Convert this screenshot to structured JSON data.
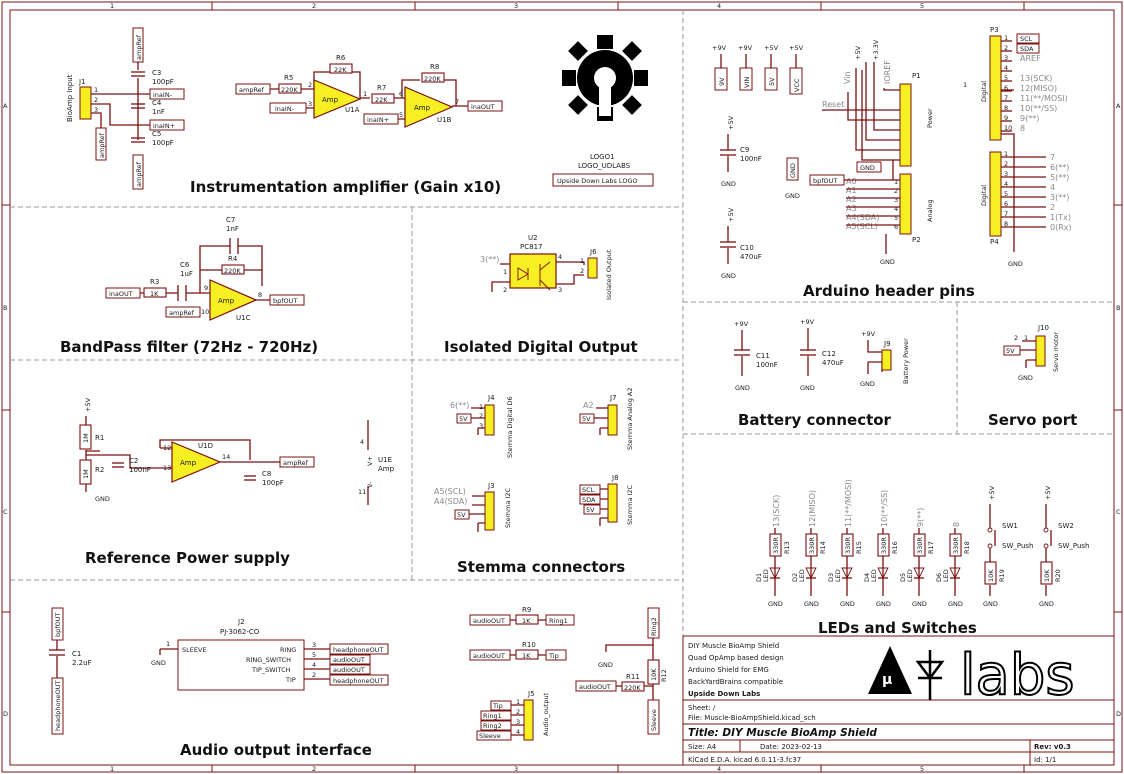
{
  "frame": {
    "columns": [
      "1",
      "2",
      "3",
      "4",
      "5"
    ],
    "rows": [
      "A",
      "B",
      "C",
      "D"
    ]
  },
  "sections": {
    "instr": "Instrumentation amplifier (Gain x10)",
    "bandpass": "BandPass filter (72Hz - 720Hz)",
    "isolated": "Isolated Digital Output",
    "arduino": "Arduino header pins",
    "battery": "Battery connector",
    "servo": "Servo port",
    "refpower": "Reference Power supply",
    "stemma": "Stemma connectors",
    "leds": "LEDs and Switches",
    "audio": "Audio output interface"
  },
  "instr": {
    "j1_ref": "J1",
    "j1_label": "BioAmp Input",
    "pins": [
      "1",
      "2",
      "3"
    ],
    "ampRef": "ampRef",
    "inaIN_minus": "inaIN-",
    "inaIN_plus": "inaIN+",
    "inaOUT": "inaOUT",
    "c3": "C3",
    "c3v": "100pF",
    "c4": "C4",
    "c4v": "1nF",
    "c5": "C5",
    "c5v": "100pF",
    "r5": "R5",
    "r5v": "220K",
    "r6": "R6",
    "r6v": "22K",
    "r7": "R7",
    "r7v": "22K",
    "r8": "R8",
    "r8v": "220K",
    "u1a_name": "Amp",
    "u1a_ref": "U1A",
    "u1b_name": "Amp",
    "u1b_ref": "U1B",
    "pin2": "2",
    "pin3": "3",
    "pin1": "1",
    "pin6": "6",
    "pin5": "5",
    "pin7": "7"
  },
  "logo": {
    "ref": "LOGO1",
    "value": "LOGO_UDLABS",
    "box": "Upside Down Labs LOGO"
  },
  "bandpass": {
    "c7": "C7",
    "c7v": "1nF",
    "r4": "R4",
    "r4v": "220K",
    "c6": "C6",
    "c6v": "1uF",
    "r3": "R3",
    "r3v": "1K",
    "inaOUT": "inaOUT",
    "ampRef": "ampRef",
    "bpfOUT": "bpfOUT",
    "amp": "Amp",
    "ref": "U1C",
    "pin9": "9",
    "pin10": "10",
    "pin8": "8"
  },
  "isolated": {
    "u2": "U2",
    "u2v": "PC817",
    "j6": "J6",
    "j6label": "Isolated Output",
    "d3": "3(**)",
    "p1": "1",
    "p2": "2",
    "p3": "3",
    "p4": "4",
    "p5": "1",
    "p6": "2"
  },
  "refpower": {
    "plus5": "+5V",
    "r1": "R1",
    "r1v": "1M",
    "r2": "R2",
    "r2v": "1M",
    "c2": "C2",
    "c2v": "100nF",
    "c8": "C8",
    "c8v": "100pF",
    "u1d": "U1D",
    "amp": "Amp",
    "ampRef": "ampRef",
    "gnd": "GND",
    "p12": "12",
    "p13": "13",
    "p14": "14",
    "u1e": "U1E",
    "u1e_amp": "Amp",
    "v_plus": "V+",
    "v_minus": "V-",
    "p4": "4",
    "p11": "11"
  },
  "stemma": {
    "j4": "J4",
    "j4lab": "Stemma Digital D6",
    "j4sig": "6(**)",
    "j7": "J7",
    "j7lab": "Stemma Analog A2",
    "j7sig": "A2",
    "j3": "J3",
    "j3lab": "Stemma I2C",
    "j3a": "A5(SCL)",
    "j3b": "A4(SDA)",
    "j8": "J8",
    "j8lab": "Stemma I2C",
    "scl": "SCL",
    "sda": "SDA",
    "v5": "5V",
    "n1": "1",
    "n2": "2",
    "n3": "3",
    "n4": "4"
  },
  "arduino": {
    "p9v1": "+9V",
    "p9v2": "+9V",
    "p5v1": "+5V",
    "p5v2": "+5V",
    "net9v": "9V",
    "netvin": "VIN",
    "net5v": "5V",
    "netvcc": "VCC",
    "vin": "Vin",
    "plus5": "+5V",
    "plus33": "+3.3V",
    "ioref": "IOREF",
    "reset": "Reset",
    "gnd": "GND",
    "p1ref": "P1",
    "p1label": "Power",
    "p2ref": "P2",
    "p2label": "Analog",
    "p3ref": "P3",
    "p3label": "Digital",
    "p4ref": "P4",
    "p4label": "Digital",
    "bpfOUT": "bpfOUT",
    "analog": [
      "A0",
      "A1",
      "A2",
      "A3",
      "A4(SDA)",
      "A5(SCL)"
    ],
    "digital_hi": [
      "SCL",
      "SDA",
      "AREF",
      "",
      "13(SCK)",
      "12(MISO)",
      "11(**/MOSI)",
      "10(**/SS)",
      "9(**)",
      "8"
    ],
    "digital_lo": [
      "7",
      "6(**)",
      "5(**)",
      "4",
      "3(**)",
      "2",
      "1(Tx)",
      "0(Rx)"
    ],
    "c9": "C9",
    "c9v": "100nF",
    "c10": "C10",
    "c10v": "470uF",
    "one": "1"
  },
  "battery": {
    "plus9a": "+9V",
    "plus9b": "+9V",
    "plus9c": "+9V",
    "c11": "C11",
    "c11v": "100nF",
    "c12": "C12",
    "c12v": "470uF",
    "j9": "J9",
    "j9lab": "Battery Power",
    "gnd": "GND"
  },
  "servo": {
    "j10": "J10",
    "j10lab": "Servo motor",
    "v5": "5V",
    "gnd": "GND",
    "n1": "1",
    "n2": "2",
    "n3": "3"
  },
  "leds": {
    "signals": [
      "13(SCK)",
      "12(MISO)",
      "11(**/MOSI)",
      "10(**/SS)",
      "9(**)",
      "8"
    ],
    "res": [
      "R13",
      "R14",
      "R15",
      "R16",
      "R17",
      "R18"
    ],
    "resv": "330R",
    "leds": [
      "D1",
      "D2",
      "D3",
      "D4",
      "D5",
      "D6"
    ],
    "ledv": "LED",
    "sw1": "SW1",
    "sw2": "SW2",
    "swv": "SW_Push",
    "r19": "R19",
    "r20": "R20",
    "rv": "10K",
    "plus5": "+5V",
    "gnd": "GND"
  },
  "audio": {
    "bpfOUT": "bpfOUT",
    "headphoneOUT": "headphoneOUT",
    "c1": "C1",
    "c1v": "2.2uF",
    "j2": "J2",
    "j2v": "PJ-3062-CO",
    "sleeve": "SLEEVE",
    "ring": "RING",
    "ring_sw": "RING_SWITCH",
    "tip_sw": "TIP_SWITCH",
    "tip": "TIP",
    "audioOUT": "audioOUT",
    "gnd": "GND",
    "r9": "R9",
    "r10": "R10",
    "r11": "R11",
    "r12": "R12",
    "r9v": "1K",
    "r10v": "1K",
    "r11v": "220K",
    "r12v": "10K",
    "ring1": "Ring1",
    "tipnet": "Tip",
    "ring2": "Ring2",
    "sleevenet": "Sleeve",
    "j5": "J5",
    "j5lab": "Audio_output",
    "pins": [
      "1",
      "2",
      "3",
      "4",
      "5"
    ]
  },
  "titleblock": {
    "line1": "DIY Muscle BioAmp Shield",
    "line2": "Quad OpAmp based design",
    "line3": "Arduino Shield for EMG",
    "line4": "BackYardBrains compatible",
    "line5": "Upside Down Labs",
    "sheet": "Sheet: /",
    "file": "File: Muscle-BioAmpShield.kicad_sch",
    "title": "Title: DIY Muscle BioAmp Shield",
    "size": "Size: A4",
    "date": "Date: 2023-02-13",
    "rev": "Rev: v0.3",
    "kicad": "KiCad E.D.A.  kicad 6.0.11-3.fc37",
    "id": "Id: 1/1",
    "logo_text": "labs"
  }
}
